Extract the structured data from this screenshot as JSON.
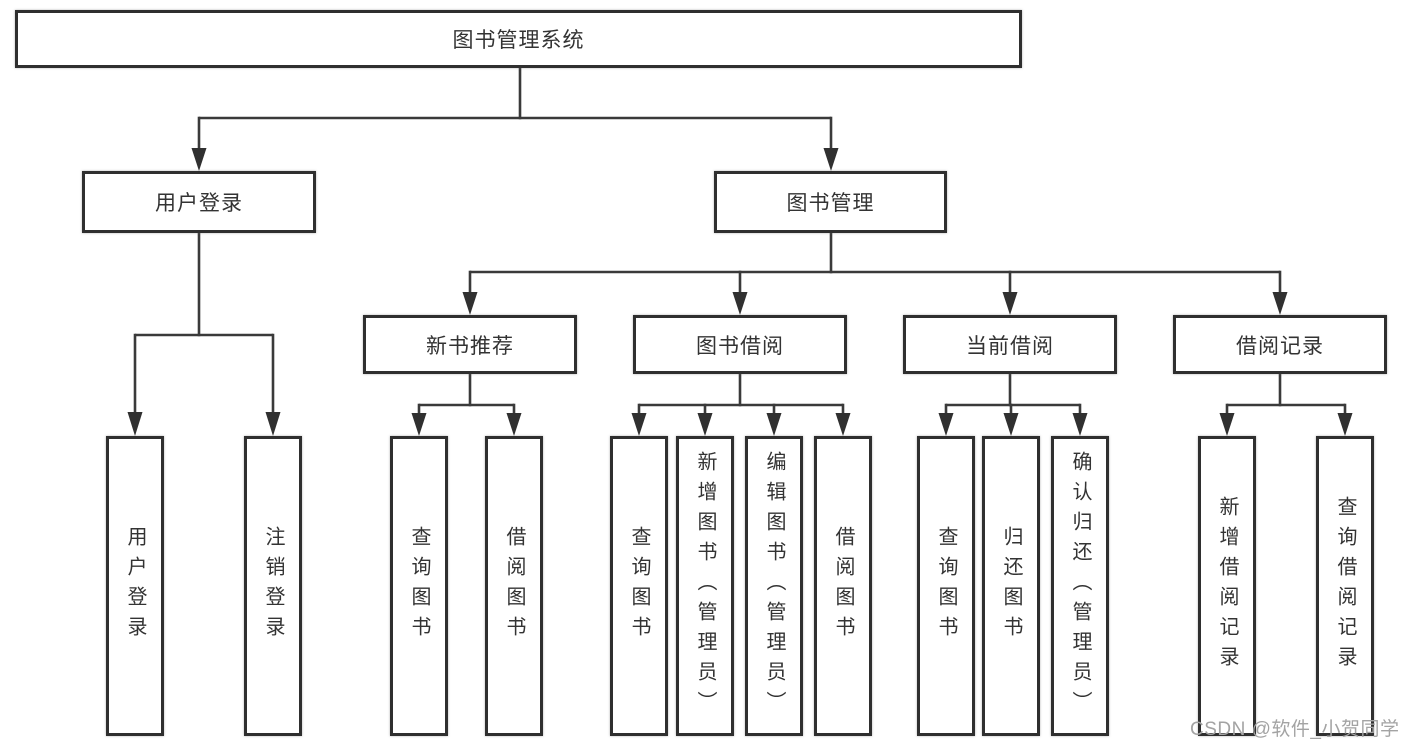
{
  "diagram": {
    "root": {
      "label": "图书管理系统"
    },
    "level2": [
      {
        "label": "用户登录"
      },
      {
        "label": "图书管理"
      }
    ],
    "level3": [
      {
        "label": "新书推荐"
      },
      {
        "label": "图书借阅"
      },
      {
        "label": "当前借阅"
      },
      {
        "label": "借阅记录"
      }
    ],
    "leaves": {
      "user_login": [
        "用户登录",
        "注销登录"
      ],
      "new_book_recommend": [
        "查询图书",
        "借阅图书"
      ],
      "book_borrow": [
        "查询图书",
        "新增图书（管理员）",
        "编辑图书（管理员）",
        "借阅图书"
      ],
      "current_borrow": [
        "查询图书",
        "归还图书",
        "确认归还（管理员）"
      ],
      "borrow_record": [
        "新增借阅记录",
        "查询借阅记录"
      ]
    },
    "colors": {
      "line": "#3a3a3a",
      "arrow": "#303030",
      "box_border": "#2f2f2f",
      "text": "#333333",
      "watermark": "#a3a3a3",
      "background": "#ffffff"
    }
  },
  "watermark": {
    "text": "CSDN @软件_小贺同学"
  }
}
